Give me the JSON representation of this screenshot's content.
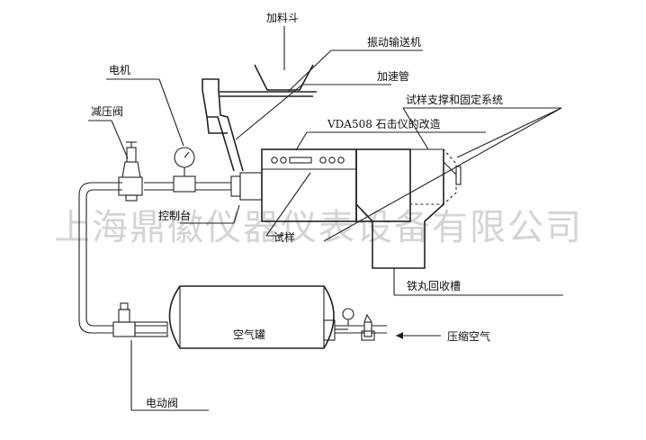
{
  "labels": {
    "hopper": "加料斗",
    "vibrating_feeder": "振动输送机",
    "accel_tube": "加速管",
    "sample_support": "试样支撑和固定系统",
    "vda_mod": "VDA508 石击仪的改造",
    "motor": "电机",
    "pressure_reducing_valve": "减压阀",
    "control_panel": "控制台",
    "sample": "试样",
    "shot_recovery_tank": "铁丸回收槽",
    "air_tank": "空气罐",
    "compressed_air": "压缩空气",
    "electric_valve": "电动阀"
  },
  "watermark": "上海鼎徽仪器仪表设备有限公司"
}
